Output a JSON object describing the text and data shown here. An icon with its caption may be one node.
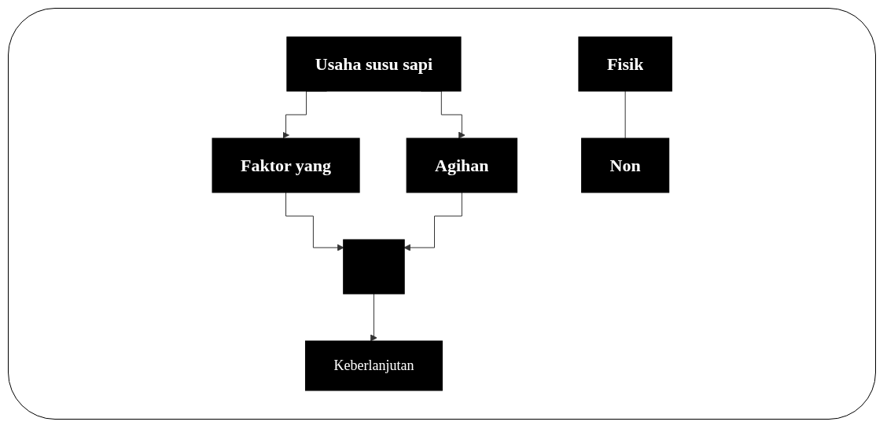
{
  "diagram": {
    "nodes": [
      {
        "text": [
          "Usaha susu sapi"
        ]
      },
      {
        "text": [
          "Faktor yang"
        ]
      },
      {
        "text": [
          "Agihan"
        ]
      },
      {
        "text": [
          "Fisik"
        ]
      },
      {
        "text": [
          "Non"
        ]
      },
      {
        "text": [],
        "shape": "box"
      },
      {
        "text": [
          "Keberlanjutan"
        ]
      }
    ],
    "edges": [
      {
        "from": 0,
        "to": 1,
        "arrow": "to"
      },
      {
        "from": 0,
        "to": 2,
        "arrow": "to"
      },
      {
        "from": 3,
        "to": 4,
        "arrow": "none"
      },
      {
        "from": 1,
        "to": 5,
        "arrow": "to"
      },
      {
        "from": 2,
        "to": 5,
        "arrow": "to"
      },
      {
        "from": 5,
        "to": 6,
        "arrow": "to"
      }
    ]
  }
}
